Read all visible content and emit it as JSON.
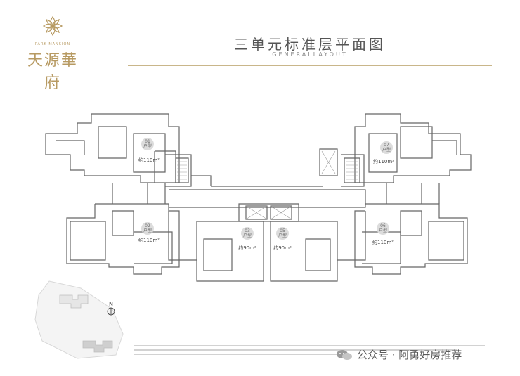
{
  "brand": {
    "name_cn": "天源華府",
    "name_en": "PARK MANSION",
    "color": "#b79a62"
  },
  "header": {
    "title_cn": "三单元标准层平面图",
    "title_en": "GENERALLAYOUT"
  },
  "units": [
    {
      "code": "01",
      "type": "户型",
      "area": "约110m²"
    },
    {
      "code": "02",
      "type": "户型",
      "area": "约110m²"
    },
    {
      "code": "03",
      "type": "户型",
      "area": "约90m²"
    },
    {
      "code": "05",
      "type": "户型",
      "area": "约90m²"
    },
    {
      "code": "06",
      "type": "户型",
      "area": "约110m²"
    },
    {
      "code": "07",
      "type": "户型",
      "area": "约110m²"
    }
  ],
  "compass": {
    "label": "N",
    "icon": "north-arrow-icon"
  },
  "watermark": {
    "text": "公众号 · 阿勇好房推荐",
    "icon": "wechat-icon"
  }
}
